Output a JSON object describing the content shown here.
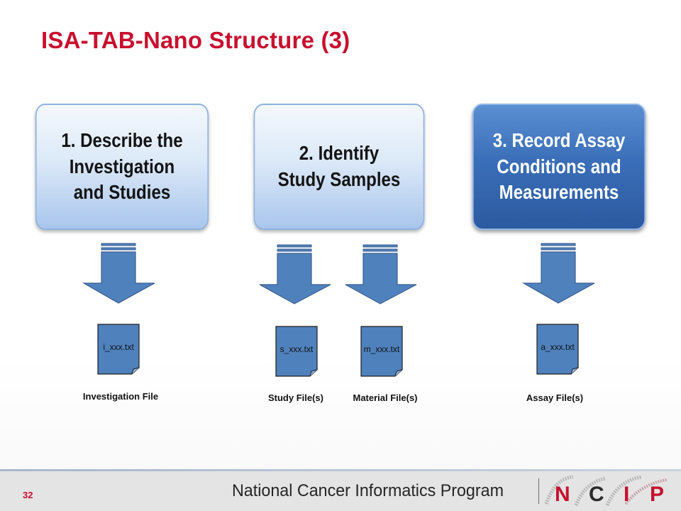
{
  "slide": {
    "title": "ISA-TAB-Nano Structure (3)",
    "page_number": "32"
  },
  "steps": [
    {
      "label": "1. Describe the\nInvestigation\nand Studies"
    },
    {
      "label": "2. Identify\nStudy Samples"
    },
    {
      "label": "3. Record Assay\nConditions and\nMeasurements"
    }
  ],
  "files": [
    {
      "name": "i_xxx.txt",
      "caption": "Investigation File"
    },
    {
      "name": "s_xxx.txt",
      "caption": "Study File(s)"
    },
    {
      "name": "m_xxx.txt",
      "caption": "Material File(s)"
    },
    {
      "name": "a_xxx.txt",
      "caption": "Assay File(s)"
    }
  ],
  "footer": {
    "program": "National Cancer Informatics Program",
    "logo_letters": [
      "N",
      "C",
      "I",
      "P"
    ]
  },
  "colors": {
    "title_red": "#c8102e",
    "arrow_blue": "#4f81bd",
    "arrow_outline": "#3a5f8f",
    "dark_step": "#2c5aa0",
    "light_step": "#dce9f8"
  },
  "icons": {
    "arrow": "down-arrow-icon",
    "file": "document-icon",
    "logo": "ncip-logo-icon"
  }
}
